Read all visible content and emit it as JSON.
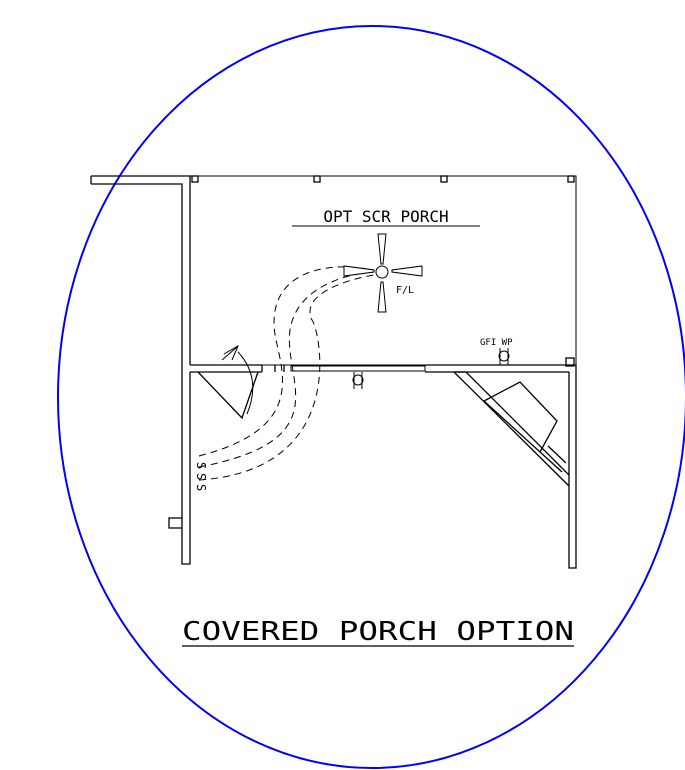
{
  "labels": {
    "room_title": "OPT SCR PORCH",
    "fan_light": "F/L",
    "gfi_outlet": "GFI WP",
    "switch_1": "S",
    "switch_2": "S",
    "switch_3": "S",
    "option_title": "COVERED PORCH OPTION"
  },
  "colors": {
    "ink": "#000000",
    "highlight_ellipse": "#0000ff",
    "background": "#ffffff"
  },
  "icons": {
    "ceiling_fan": "ceiling-fan-light-icon",
    "outlet": "duplex-outlet-icon",
    "switch": "switch-icon",
    "door_swing": "door-swing-icon"
  }
}
